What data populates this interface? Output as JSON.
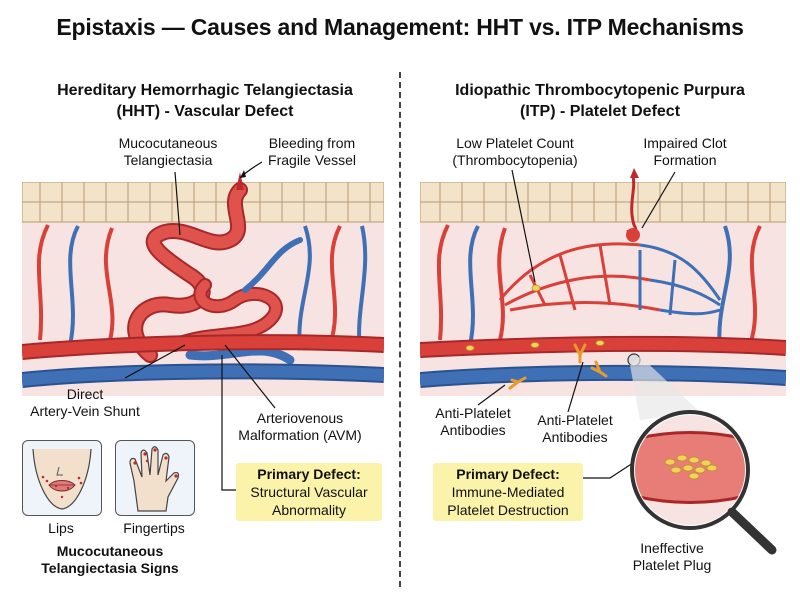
{
  "title": "Epistaxis — Causes and Management: HHT vs. ITP Mechanisms",
  "left": {
    "heading_line1": "Hereditary Hemorrhagic Telangiectasia",
    "heading_line2": "(HHT) - Vascular Defect",
    "label_telangiectasia_1": "Mucocutaneous",
    "label_telangiectasia_2": "Telangiectasia",
    "label_bleeding_1": "Bleeding from",
    "label_bleeding_2": "Fragile Vessel",
    "label_shunt_1": "Direct",
    "label_shunt_2": "Artery-Vein Shunt",
    "label_avm_1": "Arteriovenous",
    "label_avm_2": "Malformation (AVM)",
    "lips_label": "Lips",
    "fingertips_label": "Fingertips",
    "signs_1": "Mucocutaneous",
    "signs_2": "Telangiectasia Signs",
    "defect_title": "Primary Defect:",
    "defect_1": "Structural Vascular",
    "defect_2": "Abnormality"
  },
  "right": {
    "heading_line1": "Idiopathic Thrombocytopenic Purpura",
    "heading_line2": "(ITP) - Platelet Defect",
    "label_low_1": "Low Platelet Count",
    "label_low_2": "(Thrombocytopenia)",
    "label_clot_1": "Impaired Clot",
    "label_clot_2": "Formation",
    "label_ab_left_1": "Anti-Platelet",
    "label_ab_left_2": "Antibodies",
    "label_ab_right_1": "Anti-Platelet",
    "label_ab_right_2": "Antibodies",
    "defect_title": "Primary Defect:",
    "defect_1": "Immune-Mediated",
    "defect_2": "Platelet Destruction",
    "plug_1": "Ineffective",
    "plug_2": "Platelet Plug"
  },
  "colors": {
    "artery": "#d9403a",
    "vein": "#3f6fb5",
    "skin": "#f3e3c8",
    "tissue": "#f7e4e2",
    "highlight": "#fbf3a9",
    "platelet": "#f2d35a",
    "antibody": "#e89a2c"
  }
}
